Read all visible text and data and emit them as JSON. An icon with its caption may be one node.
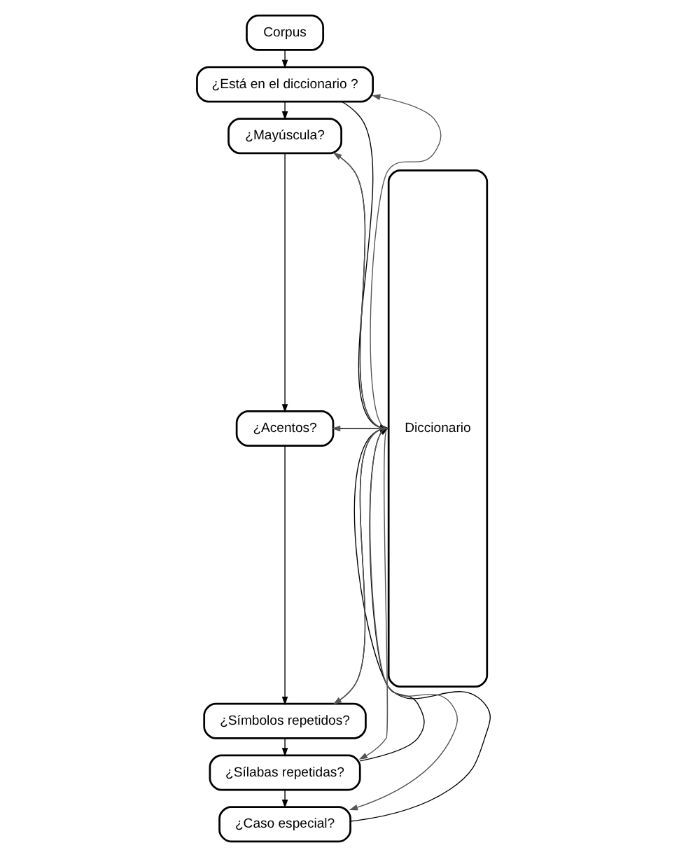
{
  "diagram": {
    "nodes": [
      {
        "text": [
          "Corpus"
        ]
      },
      {
        "text": [
          "¿Está en el diccionario ?"
        ]
      },
      {
        "text": [
          "¿Mayúscula?"
        ]
      },
      {
        "text": [
          "¿Acentos?"
        ]
      },
      {
        "text": [
          "¿Símbolos repetidos?"
        ]
      },
      {
        "text": [
          "¿Sílabas repetidas?"
        ]
      },
      {
        "text": [
          "¿Caso especial?"
        ]
      },
      {
        "text": [
          "Diccionario"
        ]
      }
    ],
    "edges": [
      {
        "from": 0,
        "to": 1,
        "arrow": "to"
      },
      {
        "from": 7,
        "to": 1,
        "arrow": "to"
      },
      {
        "from": 1,
        "to": 7,
        "arrow": "to"
      },
      {
        "from": 1,
        "to": 2,
        "arrow": "to"
      },
      {
        "from": 7,
        "to": 2,
        "arrow": "to"
      },
      {
        "from": 2,
        "to": 7,
        "arrow": "to"
      },
      {
        "from": 2,
        "to": 3,
        "arrow": "to"
      },
      {
        "from": 7,
        "to": 3,
        "arrow": "to"
      },
      {
        "from": 3,
        "to": 7,
        "arrow": "to"
      },
      {
        "from": 3,
        "to": 4,
        "arrow": "to"
      },
      {
        "from": 7,
        "to": 4,
        "arrow": "to"
      },
      {
        "from": 4,
        "to": 7,
        "arrow": "to"
      },
      {
        "from": 4,
        "to": 5,
        "arrow": "to"
      },
      {
        "from": 7,
        "to": 5,
        "arrow": "to"
      },
      {
        "from": 5,
        "to": 7,
        "arrow": "to"
      },
      {
        "from": 5,
        "to": 6,
        "arrow": "to"
      },
      {
        "from": 7,
        "to": 6,
        "arrow": "to"
      },
      {
        "from": 6,
        "to": 7,
        "arrow": "to"
      }
    ]
  }
}
